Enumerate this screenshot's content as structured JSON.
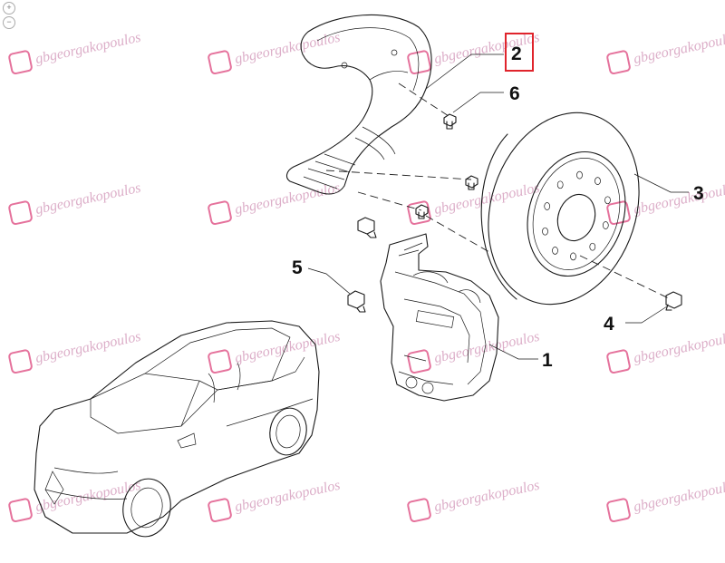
{
  "watermark": {
    "text": "gbgeorgakopoulos",
    "logo_color": "#d4145a",
    "text_color": "#c06c9c"
  },
  "callouts": [
    {
      "label": "1",
      "part": "brake-caliper"
    },
    {
      "label": "2",
      "part": "dust-shield",
      "highlighted": true
    },
    {
      "label": "3",
      "part": "brake-disc"
    },
    {
      "label": "4",
      "part": "disc-screw"
    },
    {
      "label": "5",
      "part": "caliper-bolt"
    },
    {
      "label": "6",
      "part": "shield-bolt"
    }
  ],
  "highlight_color": "#e0242c",
  "zoom_controls": {
    "zoom_in": "+",
    "zoom_out": "−"
  }
}
